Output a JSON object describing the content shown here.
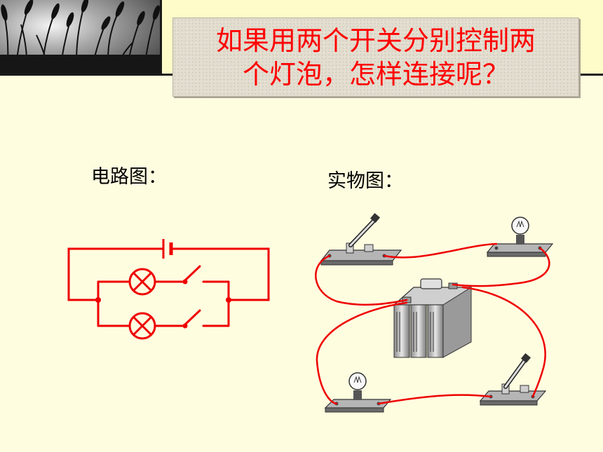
{
  "title": {
    "line1": "如果用两个开关分别控制两",
    "line2": "个灯泡，怎样连接呢？"
  },
  "labels": {
    "schematic": "电路图：",
    "physical": "实物图："
  },
  "colors": {
    "wire": "#EE0000",
    "title_text": "#FF0000",
    "background": "#FFFDE0",
    "header_band": "#FEFCC8"
  },
  "icons": {
    "lamp_symbol": "lamp-symbol-icon",
    "switch_symbol": "switch-symbol-icon",
    "battery_symbol": "battery-symbol-icon",
    "battery_pack": "battery-pack-icon",
    "knife_switch": "knife-switch-icon",
    "bulb": "bulb-icon"
  }
}
